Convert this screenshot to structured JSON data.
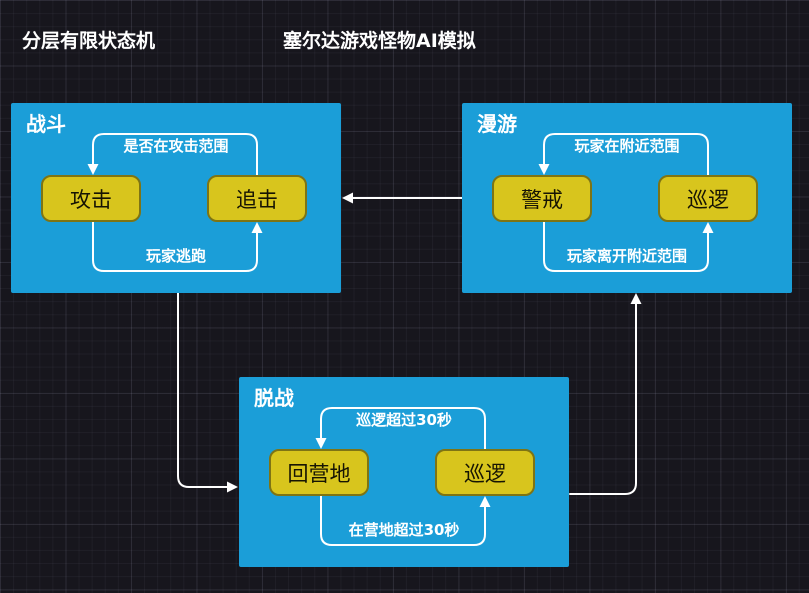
{
  "page": {
    "title_left": "分层有限状态机",
    "title_right": "塞尔达游戏怪物AI模拟"
  },
  "colors": {
    "canvas_bg": "#17161D",
    "machine_blue": "#1B9ED8",
    "state_yellow": "#D8C51D",
    "state_border": "#7E7414",
    "state_text": "#161403",
    "arrow": "#FFFFFF",
    "label_text": "#FFFFFF"
  },
  "machines": [
    {
      "id": "combat",
      "title": "战斗",
      "states": [
        {
          "label": "攻击"
        },
        {
          "label": "追击"
        }
      ],
      "transitions": [
        {
          "from": "追击",
          "to": "攻击",
          "label": "是否在攻击范围"
        },
        {
          "from": "攻击",
          "to": "追击",
          "label": "玩家逃跑"
        }
      ]
    },
    {
      "id": "roam",
      "title": "漫游",
      "states": [
        {
          "label": "警戒"
        },
        {
          "label": "巡逻"
        }
      ],
      "transitions": [
        {
          "from": "巡逻",
          "to": "警戒",
          "label": "玩家在附近范围"
        },
        {
          "from": "警戒",
          "to": "巡逻",
          "label": "玩家离开附近范围"
        }
      ]
    },
    {
      "id": "disengage",
      "title": "脱战",
      "states": [
        {
          "label": "回营地"
        },
        {
          "label": "巡逻"
        }
      ],
      "transitions": [
        {
          "from": "巡逻",
          "to": "回营地",
          "label": "巡逻超过30秒"
        },
        {
          "from": "回营地",
          "to": "巡逻",
          "label": "在营地超过30秒"
        }
      ]
    }
  ],
  "connections": [
    {
      "from": "漫游",
      "to": "战斗"
    },
    {
      "from": "战斗",
      "to": "脱战"
    },
    {
      "from": "脱战",
      "to": "漫游"
    }
  ]
}
